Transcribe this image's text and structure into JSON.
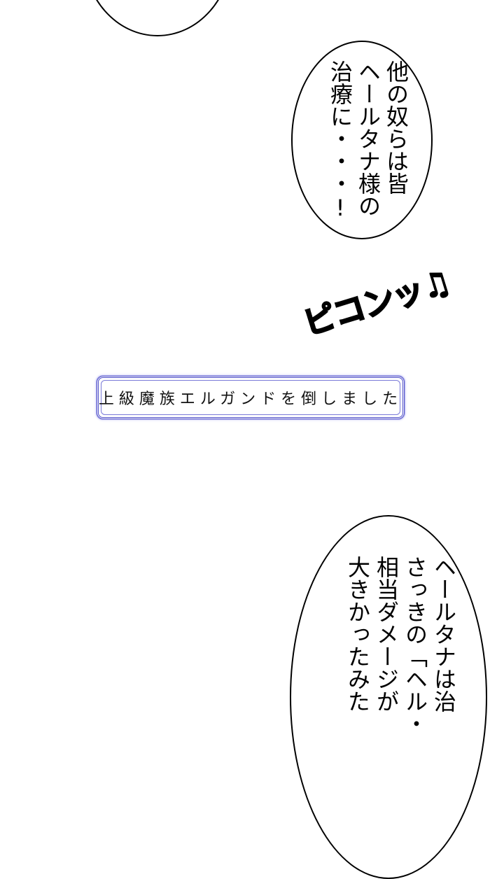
{
  "panels": {
    "top_bubble": {
      "text": ""
    },
    "middle_bubble": {
      "columns": [
        "他の奴らは皆",
        "ヘールタナ様の",
        "治療に・・・!"
      ]
    },
    "sound_effect": {
      "text": "ピコンッ♫"
    },
    "system_notice": {
      "text": "上級魔族エルガンドを倒しました",
      "border_color": "#5050c8",
      "halo_color": "#b8b8f0"
    },
    "bottom_bubble": {
      "columns": [
        "ヘールタナは治",
        "さっきの「ヘル・",
        "相当ダメージが",
        "大きかったみた"
      ]
    }
  }
}
